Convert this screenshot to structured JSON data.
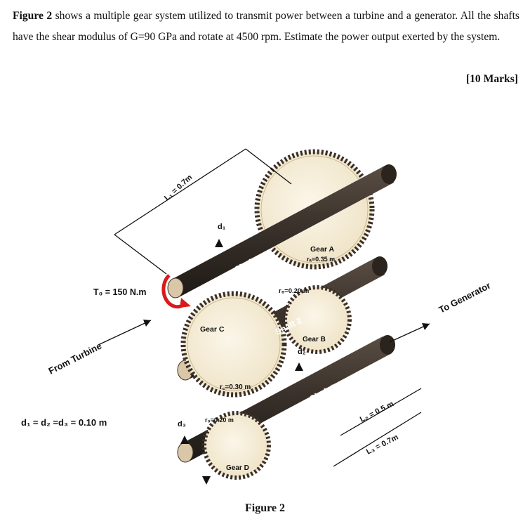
{
  "question": {
    "figure_ref": "Figure 2",
    "text": " shows a multiple gear system utilized to transmit power between a turbine and a generator. All the shafts have the shear modulus of G=90 GPa and rotate at 4500 rpm. Estimate the power output exerted by the system.",
    "marks": "[10 Marks]"
  },
  "figure": {
    "caption": "Figure 2",
    "labels": {
      "torque": "T₀ = 150 N.m",
      "from_turbine": "From Turbine",
      "to_generator": "To Generator",
      "diameters": "d₁ = d₂ =d₃ = 0.10 m",
      "L1": "L₁ = 0.7m",
      "L2": "L₂ = 0.5 m",
      "L3": "L₃ = 0.7m",
      "d1": "d₁",
      "d2": "d₂",
      "d3": "d₃",
      "shaft1": "Shaft 1",
      "shaft2": "Shaft 2",
      "shaft3": "Shaft 3",
      "gearA": "Gear A",
      "rA": "rₐ=0.35 m",
      "rB": "r₈=0.20 m",
      "gearB": "Gear B",
      "gearC": "Gear C",
      "rC": "r꜀=0.30 m",
      "rD": "r₀=0.20 m",
      "gearD": "Gear D"
    }
  },
  "colors": {
    "gear": "#f6eed9",
    "gear_edge": "#3b3028",
    "shaft": "#3d342c",
    "shaft_end": "#d9c7a8",
    "torque_arrow": "#d91a1a"
  }
}
